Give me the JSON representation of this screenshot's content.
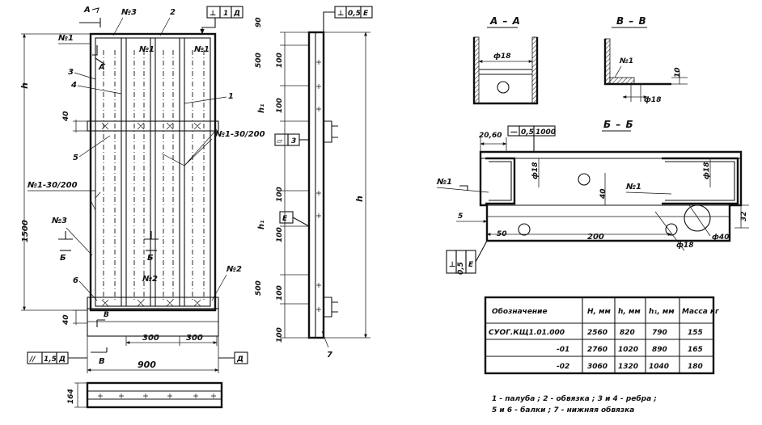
{
  "front_view": {
    "section_marks": [
      "А",
      "А",
      "Б",
      "Б",
      "В",
      "В"
    ],
    "part_callouts": [
      "№3",
      "2",
      "№1",
      "№1",
      "№1",
      "3",
      "4",
      "1",
      "5",
      "№1-30/200",
      "№1-30/200",
      "№3",
      "№2",
      "№2",
      "6"
    ],
    "tolerance_top": [
      "⊥",
      "1",
      "Д"
    ],
    "tolerance_bottom": [
      "//",
      "1,5",
      "Д"
    ],
    "datum_d": "Д",
    "dim_h": "h",
    "dim_1500": "1500",
    "dim_40_top": "40",
    "dim_40_bottom": "40",
    "dim_300_a": "300",
    "dim_300_b": "300",
    "dim_900": "900",
    "dim_164": "164"
  },
  "side_view": {
    "tolerance": [
      "⊥",
      "0,5",
      "Е"
    ],
    "flatness": [
      "▱",
      "3"
    ],
    "datum_e": "Е",
    "part_7": "7",
    "dim_90": "90",
    "dim_500_top": "500",
    "dim_100_1": "100",
    "dim_h1_top": "h₁",
    "dim_100_2": "100",
    "dim_100_3": "100",
    "dim_h1_bottom": "h₁",
    "dim_100_4": "100",
    "dim_500_bottom": "500",
    "dim_100_5": "100",
    "dim_100_6": "100",
    "dim_h": "h"
  },
  "section_aa": {
    "title": "А – А",
    "dim": "ф18"
  },
  "section_vv": {
    "title": "В – В",
    "callout": "№1",
    "dim_10": "10",
    "dim_18": "ф18"
  },
  "section_bb": {
    "title": "Б – Б",
    "dim_2060": "20,60",
    "tolerance": [
      "0,5",
      "1000"
    ],
    "callout_left": "№1",
    "callout_right": "№1",
    "dim_18_left": "ф18",
    "dim_18_right": "ф18",
    "dim_40": "40",
    "dim_5": "5",
    "dim_50": "50",
    "dim_200": "200",
    "dim_18_bottom": "ф18",
    "dim_40_hole": "ф40",
    "dim_32": "32",
    "tolerance_e": [
      "⊥",
      "0,5",
      "Е"
    ]
  },
  "table": {
    "headers": [
      "Обозначение",
      "H, мм",
      "h, мм",
      "h₁, мм",
      "Масса кг"
    ],
    "rows": [
      [
        "СУОГ.КЩ1.01.000",
        "2560",
        "820",
        "790",
        "155"
      ],
      [
        "-01",
        "2760",
        "1020",
        "890",
        "165"
      ],
      [
        "-02",
        "3060",
        "1320",
        "1040",
        "180"
      ]
    ]
  },
  "legend": {
    "line1": "1 - палуба ; 2 - обвязка ; 3 и 4 - ребра ;",
    "line2": "5 и 6 - балки ; 7 - нижняя обвязка"
  }
}
